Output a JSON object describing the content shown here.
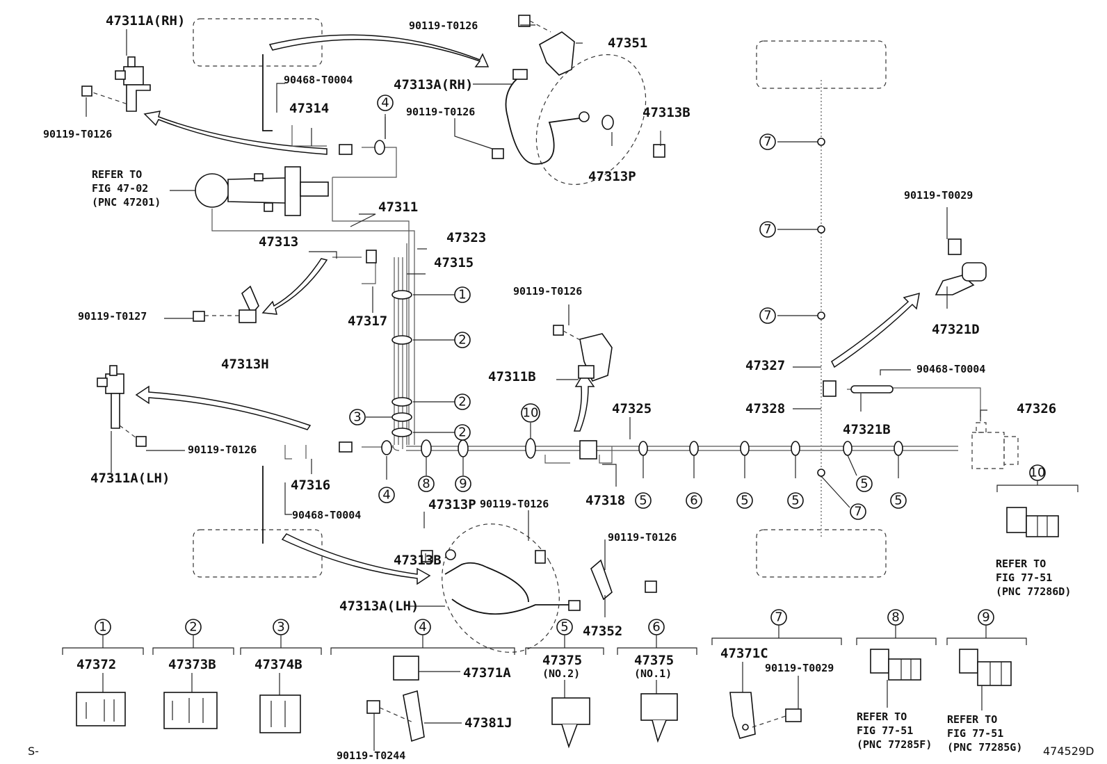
{
  "labels": {
    "p47311A_RH": "47311A(RH)",
    "p90468_top": "90468-T0004",
    "p47314": "47314",
    "p90119_tl": "90119-T0126",
    "refer1": "REFER TO",
    "refer2": "FIG 47-02",
    "refer3": "(PNC 47201)",
    "p47311": "47311",
    "p47313": "47313",
    "p47323": "47323",
    "p47315": "47315",
    "p90119_T0127": "90119-T0127",
    "p47317": "47317",
    "p47313H": "47313H",
    "p90119_topc": "90119-T0126",
    "p47351": "47351",
    "p47313A_RH": "47313A(RH)",
    "p90119_mid": "90119-T0126",
    "p47313B_top": "47313B",
    "p47313P_top": "47313P",
    "p90119_b": "90119-T0126",
    "p47311B": "47311B",
    "p47325": "47325",
    "p90119_T0029": "90119-T0029",
    "p47321D": "47321D",
    "p47327": "47327",
    "p90468_r": "90468-T0004",
    "p47328": "47328",
    "p47321B": "47321B",
    "p47326": "47326",
    "p90119_lh": "90119-T0126",
    "p47311A_LH": "47311A(LH)",
    "p47316": "47316",
    "p90468_bot": "90468-T0004",
    "p47318": "47318",
    "p47313P_bot": "47313P",
    "p90119_bc": "90119-T0126",
    "p90119_br": "90119-T0126",
    "p47313B_bot": "47313B",
    "p47313A_LH": "47313A(LH)",
    "p47352": "47352",
    "r10_1": "REFER TO",
    "r10_2": "FIG 77-51",
    "r10_3": "(PNC 77286D)"
  },
  "callouts": {
    "c1": "1",
    "c2": "2",
    "c3": "3",
    "c4": "4",
    "c5": "5",
    "c6": "6",
    "c7": "7",
    "c8": "8",
    "c9": "9",
    "c10": "10"
  },
  "legend": {
    "g1_part": "47372",
    "g2_part": "47373B",
    "g3_part": "47374B",
    "g4_part_a": "47371A",
    "g4_part_b": "47381J",
    "g4_bolt": "90119-T0244",
    "g5_part": "47375",
    "g5_sub": "(NO.2)",
    "g6_part": "47375",
    "g6_sub": "(NO.1)",
    "g7_part": "47371C",
    "g7_bolt": "90119-T0029",
    "g8_r1": "REFER TO",
    "g8_r2": "FIG 77-51",
    "g8_r3": "(PNC 77285F)",
    "g9_r1": "REFER TO",
    "g9_r2": "FIG 77-51",
    "g9_r3": "(PNC 77285G)"
  },
  "footer": {
    "left": "S-",
    "code": "474529D"
  }
}
